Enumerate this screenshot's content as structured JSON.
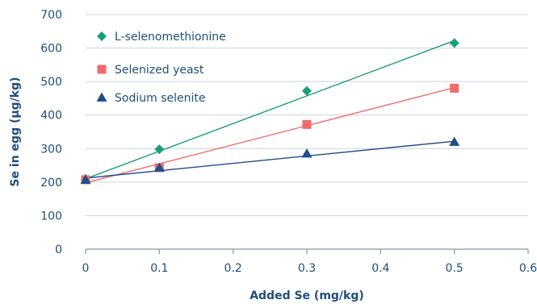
{
  "chart_data": {
    "type": "scatter",
    "xlabel": "Added Se (mg/kg)",
    "ylabel": "Se in egg (µg/kg)",
    "xlim": [
      0,
      0.6
    ],
    "ylim": [
      0,
      700
    ],
    "xticks": [
      "0",
      "0.1",
      "0.2",
      "0.3",
      "0.4",
      "0.5",
      "0.6"
    ],
    "yticks": [
      "0",
      "100",
      "200",
      "300",
      "400",
      "500",
      "600",
      "700"
    ],
    "legend_position": "top-left",
    "grid": "horizontal",
    "series": [
      {
        "name": "L-selenomethionine",
        "marker": "diamond",
        "color": "#1a9e77",
        "points": [
          [
            0,
            210
          ],
          [
            0.1,
            298
          ],
          [
            0.3,
            472
          ],
          [
            0.5,
            615
          ]
        ],
        "trendline": [
          [
            0,
            210
          ],
          [
            0.5,
            622
          ]
        ]
      },
      {
        "name": "Selenized yeast",
        "marker": "square",
        "color": "#f26b6b",
        "points": [
          [
            0,
            207
          ],
          [
            0.1,
            243
          ],
          [
            0.3,
            372
          ],
          [
            0.5,
            480
          ]
        ],
        "trendline": [
          [
            0,
            198
          ],
          [
            0.5,
            482
          ]
        ]
      },
      {
        "name": "Sodium selenite",
        "marker": "triangle",
        "color": "#1f4e8c",
        "points": [
          [
            0,
            207
          ],
          [
            0.1,
            243
          ],
          [
            0.3,
            285
          ],
          [
            0.5,
            320
          ]
        ],
        "trendline": [
          [
            0,
            212
          ],
          [
            0.5,
            322
          ]
        ]
      }
    ]
  }
}
